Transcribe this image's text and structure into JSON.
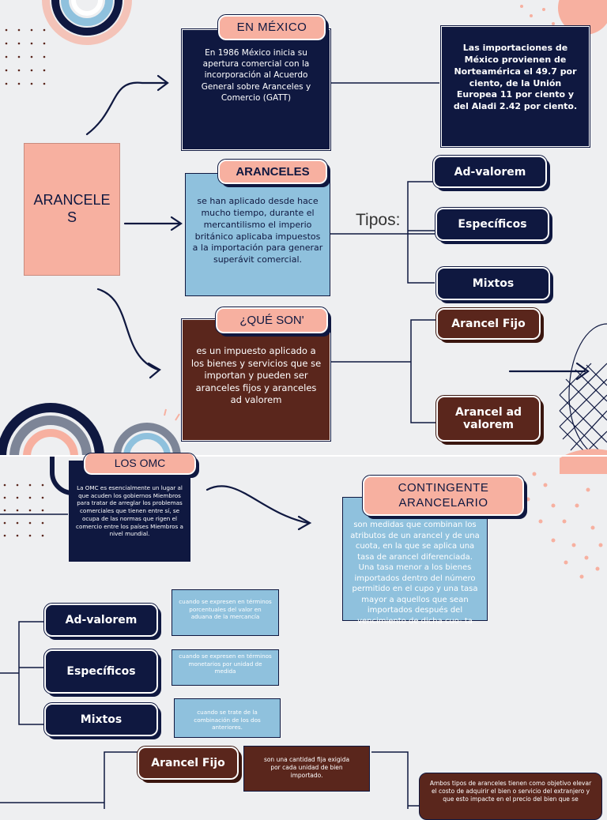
{
  "main_box": {
    "label": "ARANCELES"
  },
  "mexico": {
    "title": "EN MÉXICO",
    "text": "En 1986 México inicia su apertura comercial con la incorporación al Acuerdo General sobre Aranceles y Comercio (GATT)",
    "imports": "Las importaciones de México provienen de Norteamérica el 49.7 por ciento, de la Unión Europea 11 por ciento y del Aladi 2.42 por ciento."
  },
  "aranceles": {
    "title": "ARANCELES",
    "text": "se han aplicado desde hace mucho tiempo, durante el mercantilismo el imperio británico aplicaba impuestos a la importación para generar superávit comercial.",
    "tipos_label": "Tipos:",
    "tipos": [
      "Ad-valorem",
      "Específicos",
      "Mixtos"
    ]
  },
  "que_son": {
    "title": "¿QUÉ SON'",
    "text": "es un impuesto aplicado a los bienes y servicios que se importan y pueden ser aranceles fijos y aranceles ad valorem",
    "branches": [
      "Arancel Fijo",
      "Arancel ad valorem"
    ]
  },
  "omc": {
    "title": "LOS OMC",
    "text": "La OMC es esencialmente un lugar al que acuden los gobiernos Miembros para tratar de arreglar los problemas comerciales que tienen entre sí, se ocupa de las normas que rigen el comercio entre los países Miembros a nivel mundial."
  },
  "contingente": {
    "title": "CONTINGENTE ARANCELARIO",
    "text": "son medidas que combinan los atributos de un arancel y de una cuota, en la que se aplica una tasa de arancel diferenciada. Una tasa menor a los bienes importados dentro del número permitido en el cupo y una tasa mayor a aquellos que sean importados después del vencimiento de dicha cuo- ta"
  },
  "tipos_detalle": [
    {
      "label": "Ad-valorem",
      "desc": "cuando se expresen en términos porcentuales del valor en aduana de la mercancía"
    },
    {
      "label": "Específicos",
      "desc": "cuando se expresen en términos monetarios por unidad de medida"
    },
    {
      "label": "Mixtos",
      "desc": "cuando se trate de la combinación de los dos anteriores."
    }
  ],
  "fijo": {
    "label": "Arancel Fijo",
    "desc": "son una cantidad fija exigida por cada unidad de bien importado."
  },
  "ambos": {
    "text": "Ambos tipos de aranceles tienen como objetivo elevar el costo de adquirir el bien o servicio del extranjero y que esto impacte en el precio del bien que se"
  },
  "colors": {
    "navy": "#0f1840",
    "salmon": "#f7b0a0",
    "brown": "#5a261c",
    "light_blue": "#8fc1dd",
    "background": "#eeeff1"
  }
}
